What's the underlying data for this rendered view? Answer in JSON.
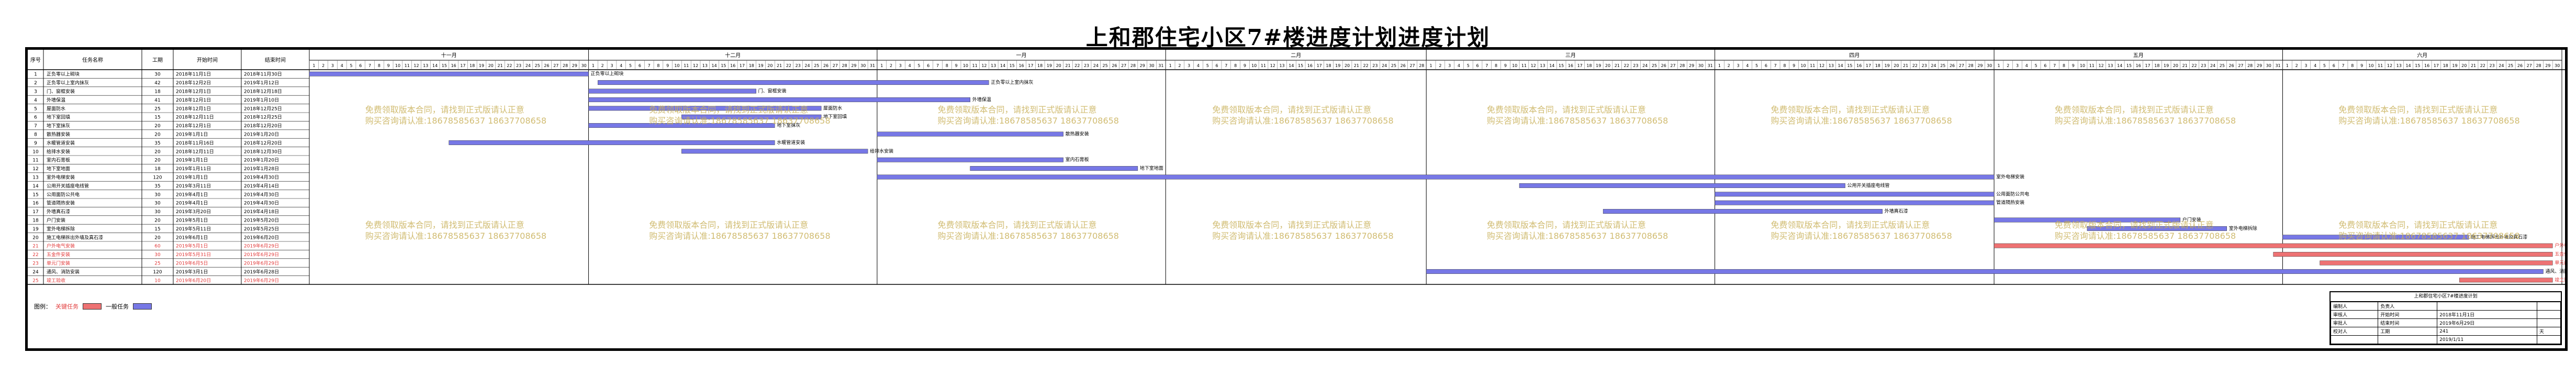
{
  "title": "上和郡住宅小区7#楼进度计划进度计划",
  "headers": {
    "no": "序号",
    "name": "任务名称",
    "duration": "工期",
    "start": "开始时间",
    "end": "结束时间"
  },
  "months": [
    "十一月",
    "十二月",
    "一月",
    "二月",
    "三月",
    "四月",
    "五月",
    "六月"
  ],
  "watermark": {
    "line1": "免费领取版本合同，请找到正式版请认正意",
    "line2": "购买咨询请认准:18678585637 18637708658"
  },
  "legend": {
    "label": "图例：",
    "critical": "关键任务",
    "normal": "一般任务",
    "critical_color": "#ee7273",
    "normal_color": "#7778e6"
  },
  "chart_data": {
    "type": "gantt",
    "title": "上和郡住宅小区7#楼进度计划进度计划",
    "x_start": "2018-11-01",
    "x_end": "2019-06-30",
    "tasks": [
      {
        "no": "1",
        "name": "正负零以上砌块",
        "duration": "30",
        "start": "2018年11月1日",
        "end": "2018年11月30日",
        "s": "2018-11-01",
        "e": "2018-11-30",
        "critical": false
      },
      {
        "no": "2",
        "name": "正负零以上室内抹灰",
        "duration": "42",
        "start": "2018年12月2日",
        "end": "2019年1月12日",
        "s": "2018-12-02",
        "e": "2019-01-12",
        "critical": false
      },
      {
        "no": "3",
        "name": "门、窗框安装",
        "duration": "18",
        "start": "2018年12月1日",
        "end": "2018年12月18日",
        "s": "2018-12-01",
        "e": "2018-12-18",
        "critical": false
      },
      {
        "no": "4",
        "name": "外墙保温",
        "duration": "41",
        "start": "2018年12月1日",
        "end": "2019年1月10日",
        "s": "2018-12-01",
        "e": "2019-01-10",
        "critical": false
      },
      {
        "no": "5",
        "name": "屋面防水",
        "duration": "25",
        "start": "2018年12月1日",
        "end": "2018年12月25日",
        "s": "2018-12-01",
        "e": "2018-12-25",
        "critical": false
      },
      {
        "no": "6",
        "name": "地下室回填",
        "duration": "15",
        "start": "2018年12月11日",
        "end": "2018年12月25日",
        "s": "2018-12-11",
        "e": "2018-12-25",
        "critical": false
      },
      {
        "no": "7",
        "name": "地下室抹灰",
        "duration": "20",
        "start": "2018年12月1日",
        "end": "2018年12月20日",
        "s": "2018-12-01",
        "e": "2018-12-20",
        "critical": false
      },
      {
        "no": "8",
        "name": "散热器安装",
        "duration": "20",
        "start": "2019年1月1日",
        "end": "2019年1月20日",
        "s": "2019-01-01",
        "e": "2019-01-20",
        "critical": false
      },
      {
        "no": "9",
        "name": "水暖管道安装",
        "duration": "35",
        "start": "2018年11月16日",
        "end": "2018年12月20日",
        "s": "2018-11-16",
        "e": "2018-12-20",
        "critical": false
      },
      {
        "no": "10",
        "name": "给排水安装",
        "duration": "20",
        "start": "2018年12月11日",
        "end": "2018年12月30日",
        "s": "2018-12-11",
        "e": "2018-12-30",
        "critical": false
      },
      {
        "no": "11",
        "name": "室内石膏板",
        "duration": "20",
        "start": "2019年1月1日",
        "end": "2019年1月20日",
        "s": "2019-01-01",
        "e": "2019-01-20",
        "critical": false
      },
      {
        "no": "12",
        "name": "地下室地面",
        "duration": "18",
        "start": "2019年1月11日",
        "end": "2019年1月28日",
        "s": "2019-01-11",
        "e": "2019-01-28",
        "critical": false
      },
      {
        "no": "13",
        "name": "室外电梯安装",
        "duration": "120",
        "start": "2019年1月1日",
        "end": "2019年4月30日",
        "s": "2019-01-01",
        "e": "2019-04-30",
        "critical": false
      },
      {
        "no": "14",
        "name": "公用开关插座电线管",
        "duration": "35",
        "start": "2019年3月11日",
        "end": "2019年4月14日",
        "s": "2019-03-11",
        "e": "2019-04-14",
        "critical": false
      },
      {
        "no": "15",
        "name": "公用面防公共电",
        "duration": "30",
        "start": "2019年4月1日",
        "end": "2019年4月30日",
        "s": "2019-04-01",
        "e": "2019-04-30",
        "critical": false
      },
      {
        "no": "16",
        "name": "管道隔热安装",
        "duration": "30",
        "start": "2019年4月1日",
        "end": "2019年4月30日",
        "s": "2019-04-01",
        "e": "2019-04-30",
        "critical": false
      },
      {
        "no": "17",
        "name": "外墙真石漆",
        "duration": "30",
        "start": "2019年3月20日",
        "end": "2019年4月18日",
        "s": "2019-03-20",
        "e": "2019-04-18",
        "critical": false
      },
      {
        "no": "18",
        "name": "户门安装",
        "duration": "20",
        "start": "2019年5月1日",
        "end": "2019年5月20日",
        "s": "2019-05-01",
        "e": "2019-05-20",
        "critical": false
      },
      {
        "no": "19",
        "name": "室外电梯拆除",
        "duration": "15",
        "start": "2019年5月11日",
        "end": "2019年5月25日",
        "s": "2019-05-11",
        "e": "2019-05-25",
        "critical": false
      },
      {
        "no": "20",
        "name": "施工电梯拆出外墙及真石漆",
        "duration": "20",
        "start": "2019年6月1日",
        "end": "2019年6月20日",
        "s": "2019-06-01",
        "e": "2019-06-20",
        "critical": false
      },
      {
        "no": "21",
        "name": "户外电气安装",
        "duration": "60",
        "start": "2019年5月1日",
        "end": "2019年6月29日",
        "s": "2019-05-01",
        "e": "2019-06-29",
        "critical": true
      },
      {
        "no": "22",
        "name": "五金件安装",
        "duration": "30",
        "start": "2019年5月31日",
        "end": "2019年6月29日",
        "s": "2019-05-31",
        "e": "2019-06-29",
        "critical": true
      },
      {
        "no": "23",
        "name": "单元门安装",
        "duration": "25",
        "start": "2019年6月5日",
        "end": "2019年6月29日",
        "s": "2019-06-05",
        "e": "2019-06-29",
        "critical": true
      },
      {
        "no": "24",
        "name": "通风、消防安装",
        "duration": "120",
        "start": "2019年3月1日",
        "end": "2019年6月28日",
        "s": "2019-03-01",
        "e": "2019-06-28",
        "critical": false
      },
      {
        "no": "25",
        "name": "竣工验收",
        "duration": "10",
        "start": "2019年6月20日",
        "end": "2019年6月29日",
        "s": "2019-06-20",
        "e": "2019-06-29",
        "critical": true
      }
    ]
  },
  "stamp": {
    "project": "上和郡住宅小区7#楼进度计划",
    "rows": [
      [
        "编制人",
        "负责人",
        "",
        ""
      ],
      [
        "审核人",
        "开始时间",
        "2018年11月1日",
        ""
      ],
      [
        "审批人",
        "结束时间",
        "2019年6月29日",
        ""
      ],
      [
        "校对人",
        "工期",
        "241",
        "天"
      ],
      [
        "",
        "",
        "2019/1/11",
        ""
      ]
    ]
  }
}
